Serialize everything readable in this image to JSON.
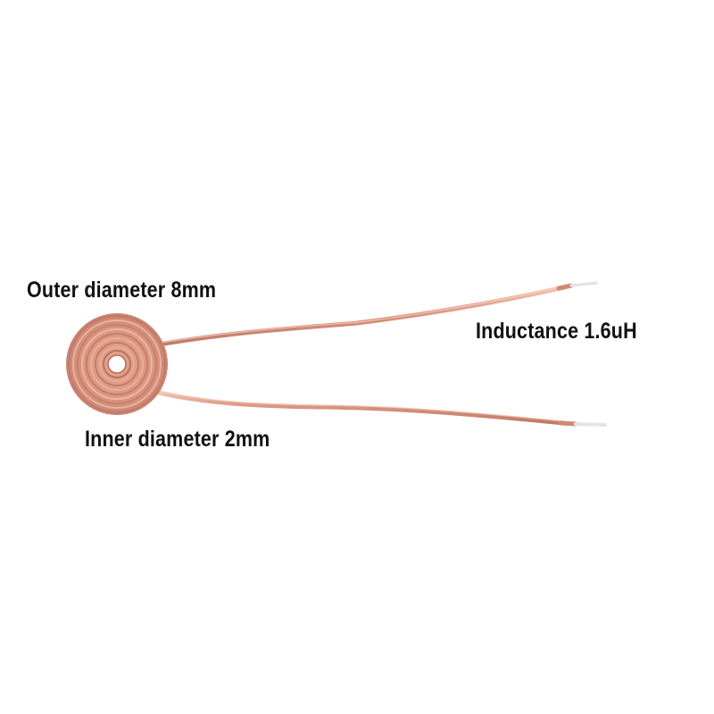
{
  "labels": {
    "outer_diameter": "Outer diameter 8mm",
    "inner_diameter": "Inner diameter 2mm",
    "inductance": "Inductance 1.6uH"
  },
  "colors": {
    "background": "#ffffff",
    "copper_light": "#f0b8a4",
    "copper_mid": "#d9937c",
    "copper_dark": "#b8725e",
    "tinned_tip": "#e6e6e6",
    "text": "#111111"
  }
}
